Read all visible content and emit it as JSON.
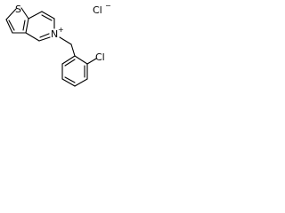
{
  "structure": {
    "atoms": {
      "sulfur": "S",
      "nitrogen": "N",
      "nitrogen_charge": "+",
      "chlorine_substituent": "Cl",
      "counterion": "Cl",
      "counterion_charge": "−"
    }
  }
}
